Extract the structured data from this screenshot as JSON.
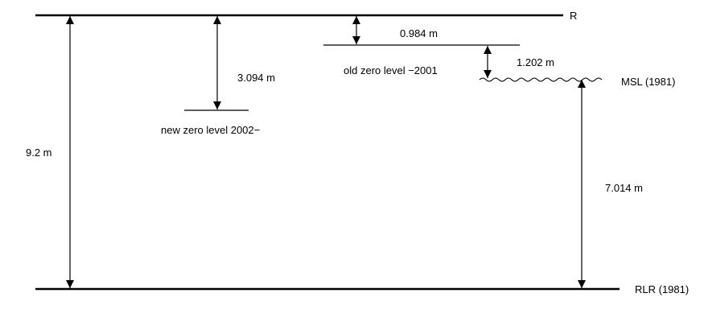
{
  "diagram": {
    "labels": {
      "reference_r": "R",
      "msl": "MSL (1981)",
      "rlr": "RLR (1981)",
      "new_zero": "new zero level 2002−",
      "old_zero": "old zero level −2001"
    },
    "measurements": {
      "total": "9.2 m",
      "r_to_new_zero": "3.094 m",
      "r_to_old_zero": "0.984 m",
      "old_zero_to_msl": "1.202 m",
      "msl_to_rlr": "7.014 m"
    }
  }
}
